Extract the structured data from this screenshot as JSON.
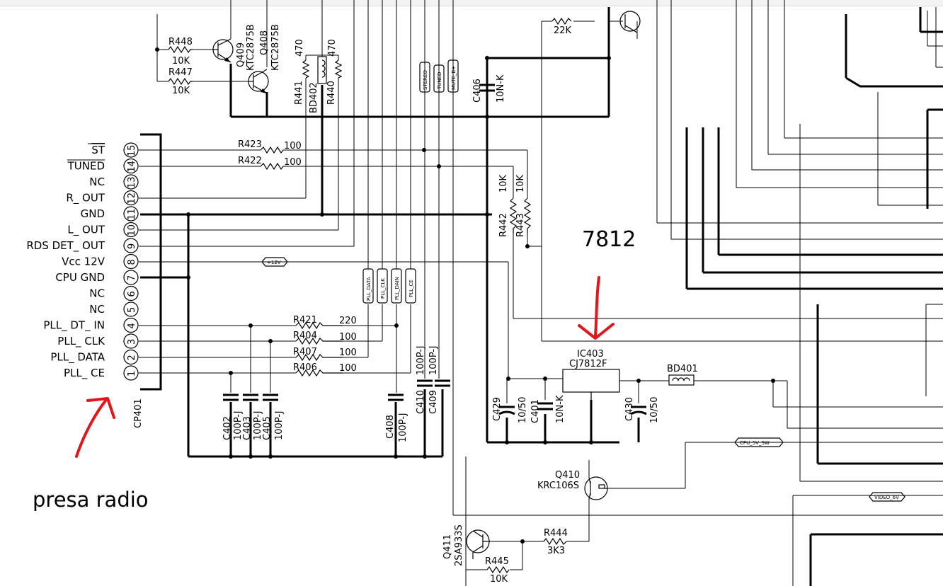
{
  "connector": {
    "ref": "CP401",
    "pins": [
      {
        "num": "15",
        "label": "ST"
      },
      {
        "num": "14",
        "label": "TUNED"
      },
      {
        "num": "13",
        "label": "NC"
      },
      {
        "num": "12",
        "label": "R_ OUT"
      },
      {
        "num": "11",
        "label": "GND"
      },
      {
        "num": "10",
        "label": "L_ OUT"
      },
      {
        "num": "9",
        "label": "RDS DET_ OUT"
      },
      {
        "num": "8",
        "label": "Vcc 12V"
      },
      {
        "num": "7",
        "label": "CPU GND"
      },
      {
        "num": "6",
        "label": "NC"
      },
      {
        "num": "5",
        "label": "NC"
      },
      {
        "num": "4",
        "label": "PLL_ DT_ IN"
      },
      {
        "num": "3",
        "label": "PLL_ CLK"
      },
      {
        "num": "2",
        "label": "PLL_ DATA"
      },
      {
        "num": "1",
        "label": "PLL_ CE"
      }
    ]
  },
  "resistors": {
    "r423": {
      "ref": "R423",
      "value": "100"
    },
    "r422": {
      "ref": "R422",
      "value": "100"
    },
    "r421": {
      "ref": "R421",
      "value": "220"
    },
    "r404": {
      "ref": "R404",
      "value": "100"
    },
    "r407": {
      "ref": "R407",
      "value": "100"
    },
    "r406": {
      "ref": "R406",
      "value": "100"
    },
    "r448": {
      "ref": "R448",
      "value": "10K"
    },
    "r447": {
      "ref": "R447",
      "value": "10K"
    },
    "r441": {
      "ref": "R441",
      "value": "470"
    },
    "r440": {
      "ref": "R440",
      "value": "470"
    },
    "r442": {
      "ref": "R442",
      "value": "10K"
    },
    "r443": {
      "ref": "R443",
      "value": "10K"
    },
    "r444": {
      "ref": "R444",
      "value": "3K3"
    },
    "r445": {
      "ref": "R445",
      "value": "10K"
    },
    "top": {
      "value": "22K"
    }
  },
  "transistors": {
    "q409": {
      "ref": "Q409",
      "part": "KTC2875B"
    },
    "q408": {
      "ref": "Q408",
      "part": "KTC2875B"
    },
    "q410": {
      "ref": "Q410",
      "part": "KRC106S"
    },
    "q411": {
      "ref": "Q411",
      "part": "2SA933S"
    }
  },
  "beads": {
    "bd402": "BD402",
    "bd401": "BD401"
  },
  "regulator": {
    "ref": "IC403",
    "part": "CJ7812F"
  },
  "capacitors": {
    "c406": {
      "ref": "C406",
      "value": "10N-K"
    },
    "c402": {
      "ref": "C402",
      "value": "100P-J"
    },
    "c403": {
      "ref": "C403",
      "value": "100P-J"
    },
    "c405": {
      "ref": "C405",
      "value": "100P-J"
    },
    "c408": {
      "ref": "C408",
      "value": "100P-J"
    },
    "c410": {
      "ref": "C410",
      "value": "100P-J"
    },
    "c409": {
      "ref": "C409",
      "value": "100P-J"
    },
    "c429": {
      "ref": "C429",
      "value": "10/50"
    },
    "c401": {
      "ref": "C401",
      "value": "10N-K"
    },
    "c430": {
      "ref": "C430",
      "value": "10/50"
    }
  },
  "net_tags": {
    "stereo": "STEREO",
    "tuned": "TUNED",
    "mute": "MUTE_B+",
    "pll_data": "PLL_DATA",
    "pll_clk": "PLL_CLK",
    "pll_dain": "PLL_DAIN",
    "pll_ce": "PLL_CE",
    "plus12": "+12V",
    "cpu5v": "CPU_5V_SW",
    "video6v": "VIDEO_6V"
  },
  "annotations": {
    "regulator_note": "7812",
    "connector_note": "presa radio",
    "color": "#e0161b"
  }
}
